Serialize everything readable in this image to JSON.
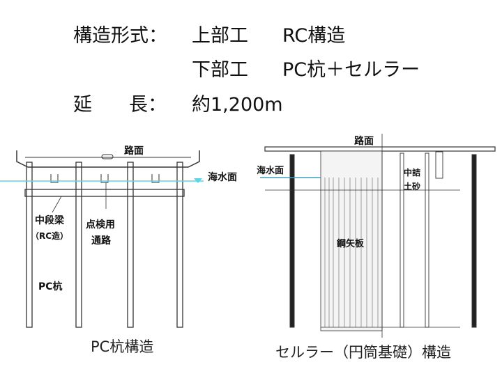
{
  "header": {
    "structure_label": "構造形式：",
    "upper_label": "上部工",
    "upper_value": "RC構造",
    "lower_label": "下部工",
    "lower_value": "PC杭＋セルラー",
    "length_label_1": "延",
    "length_label_2": "長：",
    "length_value": "約1,200m"
  },
  "left_diagram": {
    "road_surface": "路面",
    "sea_level": "海水面",
    "mid_beam_1": "中段梁",
    "mid_beam_2": "（RC造）",
    "walkway_1": "点検用",
    "walkway_2": "通路",
    "pile": "PC杭",
    "caption": "PC杭構造"
  },
  "right_diagram": {
    "road_surface": "路面",
    "sea_level": "海水面",
    "fill_1": "中詰",
    "fill_2": "土砂",
    "sheet_pile": "鋼矢板",
    "caption": "セルラー（円筒基礎）構造"
  },
  "colors": {
    "sea_line": "#5fd3e6",
    "sea_line_right": "#3a9fc0"
  }
}
